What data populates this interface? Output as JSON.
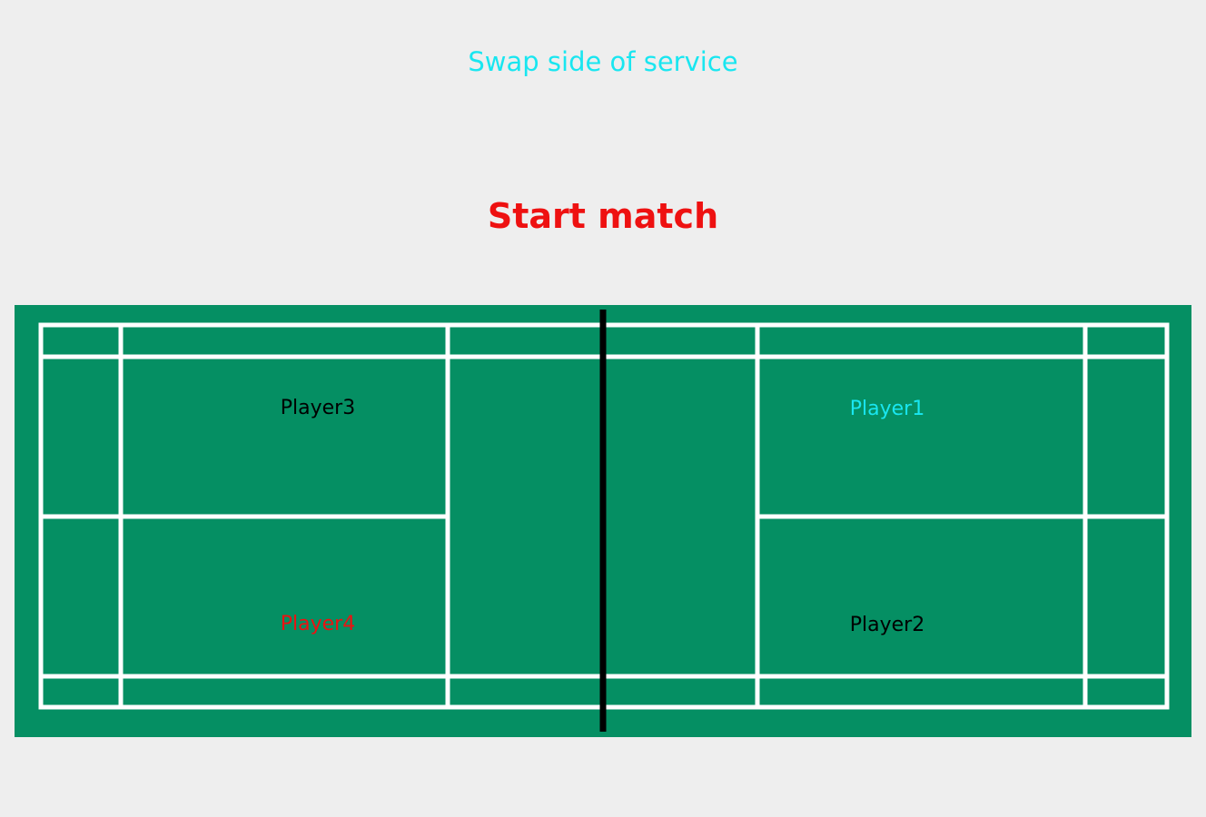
{
  "header": {
    "swap_label": "Swap side of service",
    "start_label": "Start match"
  },
  "court": {
    "players": {
      "top_left": "Player3",
      "bottom_left": "Player4",
      "top_right": "Player1",
      "bottom_right": "Player2"
    }
  },
  "colors": {
    "background": "#eeeeee",
    "court_green": "#058f63",
    "court_lines": "#ffffff",
    "net": "#000000",
    "swap_accent": "#19e6f0",
    "start_accent": "#ee1111",
    "player_default": "#000000",
    "player_server": "#19e6f0",
    "player_receiver": "#ee1111"
  }
}
